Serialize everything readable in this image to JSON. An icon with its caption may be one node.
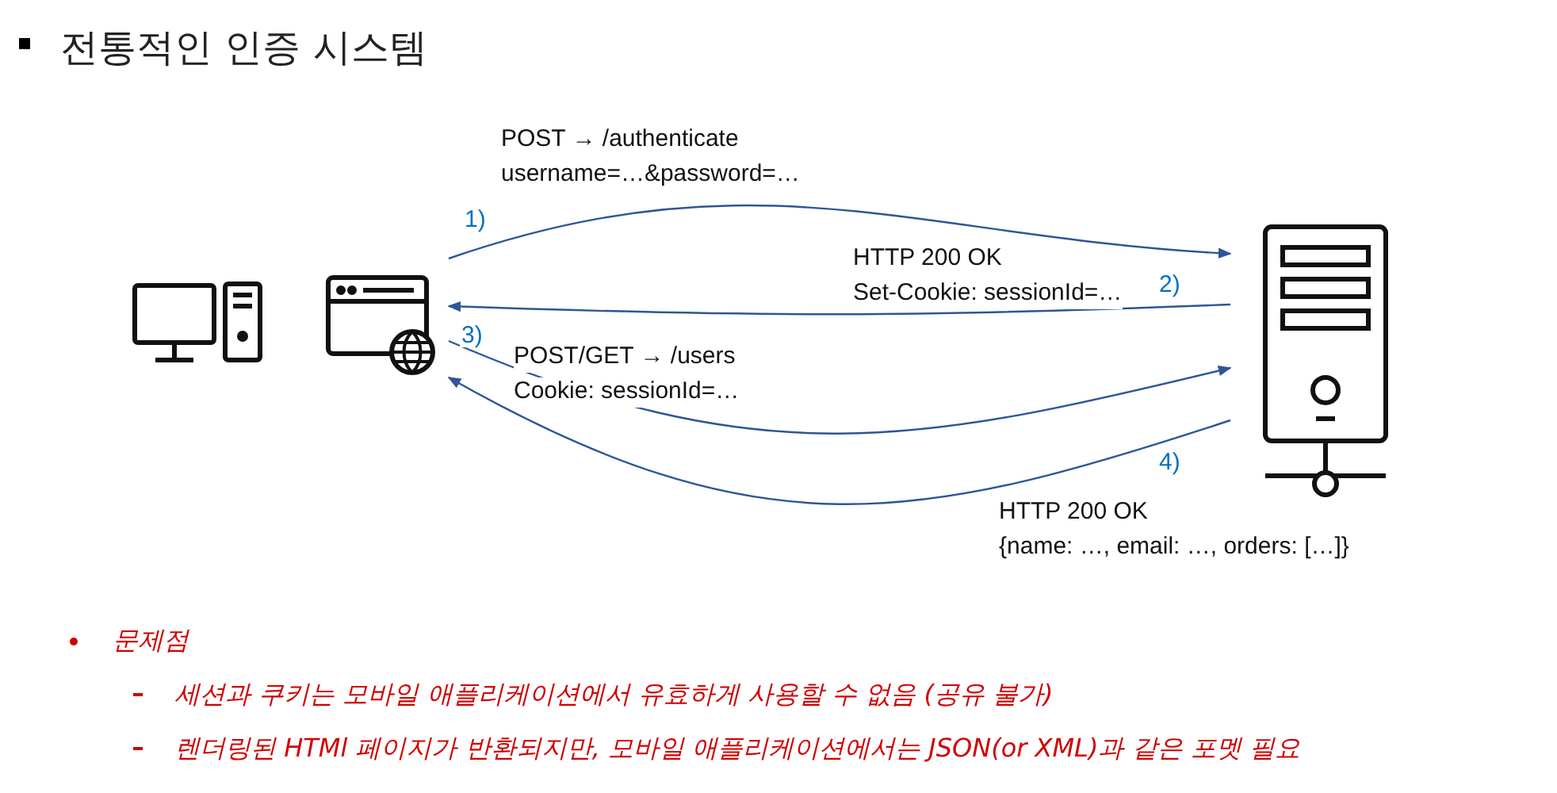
{
  "diagram": {
    "title": "전통적인 인증 시스템",
    "nodes": [
      {
        "text": [],
        "shape": "picture"
      },
      {
        "text": [],
        "shape": "picture"
      }
    ],
    "edges": [
      {
        "from": 0,
        "to": 1,
        "arrow": "to",
        "label": "1)"
      },
      {
        "from": 1,
        "to": 0,
        "arrow": "to",
        "label": "2)"
      },
      {
        "from": 0,
        "to": 1,
        "arrow": "to",
        "label": "3)"
      },
      {
        "from": 1,
        "to": 0,
        "arrow": "to",
        "label": "4)"
      }
    ],
    "labels": [
      "POST → /authenticate",
      "username=…&password=…",
      "HTTP 200 OK",
      "Set-Cookie: sessionId=…",
      "POST/GET → /users",
      "Cookie: sessionId=…",
      "HTTP 200 OK",
      "{name: …, email: …, orders: […]}",
      "문제점",
      "세션과 쿠키는 모바일 애플리케이션에서 유효하게 사용할 수 없음 (공유 불가)",
      "렌더링된 HTMl 페이지가 반환되지만, 모바일 애플리케이션에서는 JSON(or XML)과 같은 포멧 필요"
    ]
  }
}
